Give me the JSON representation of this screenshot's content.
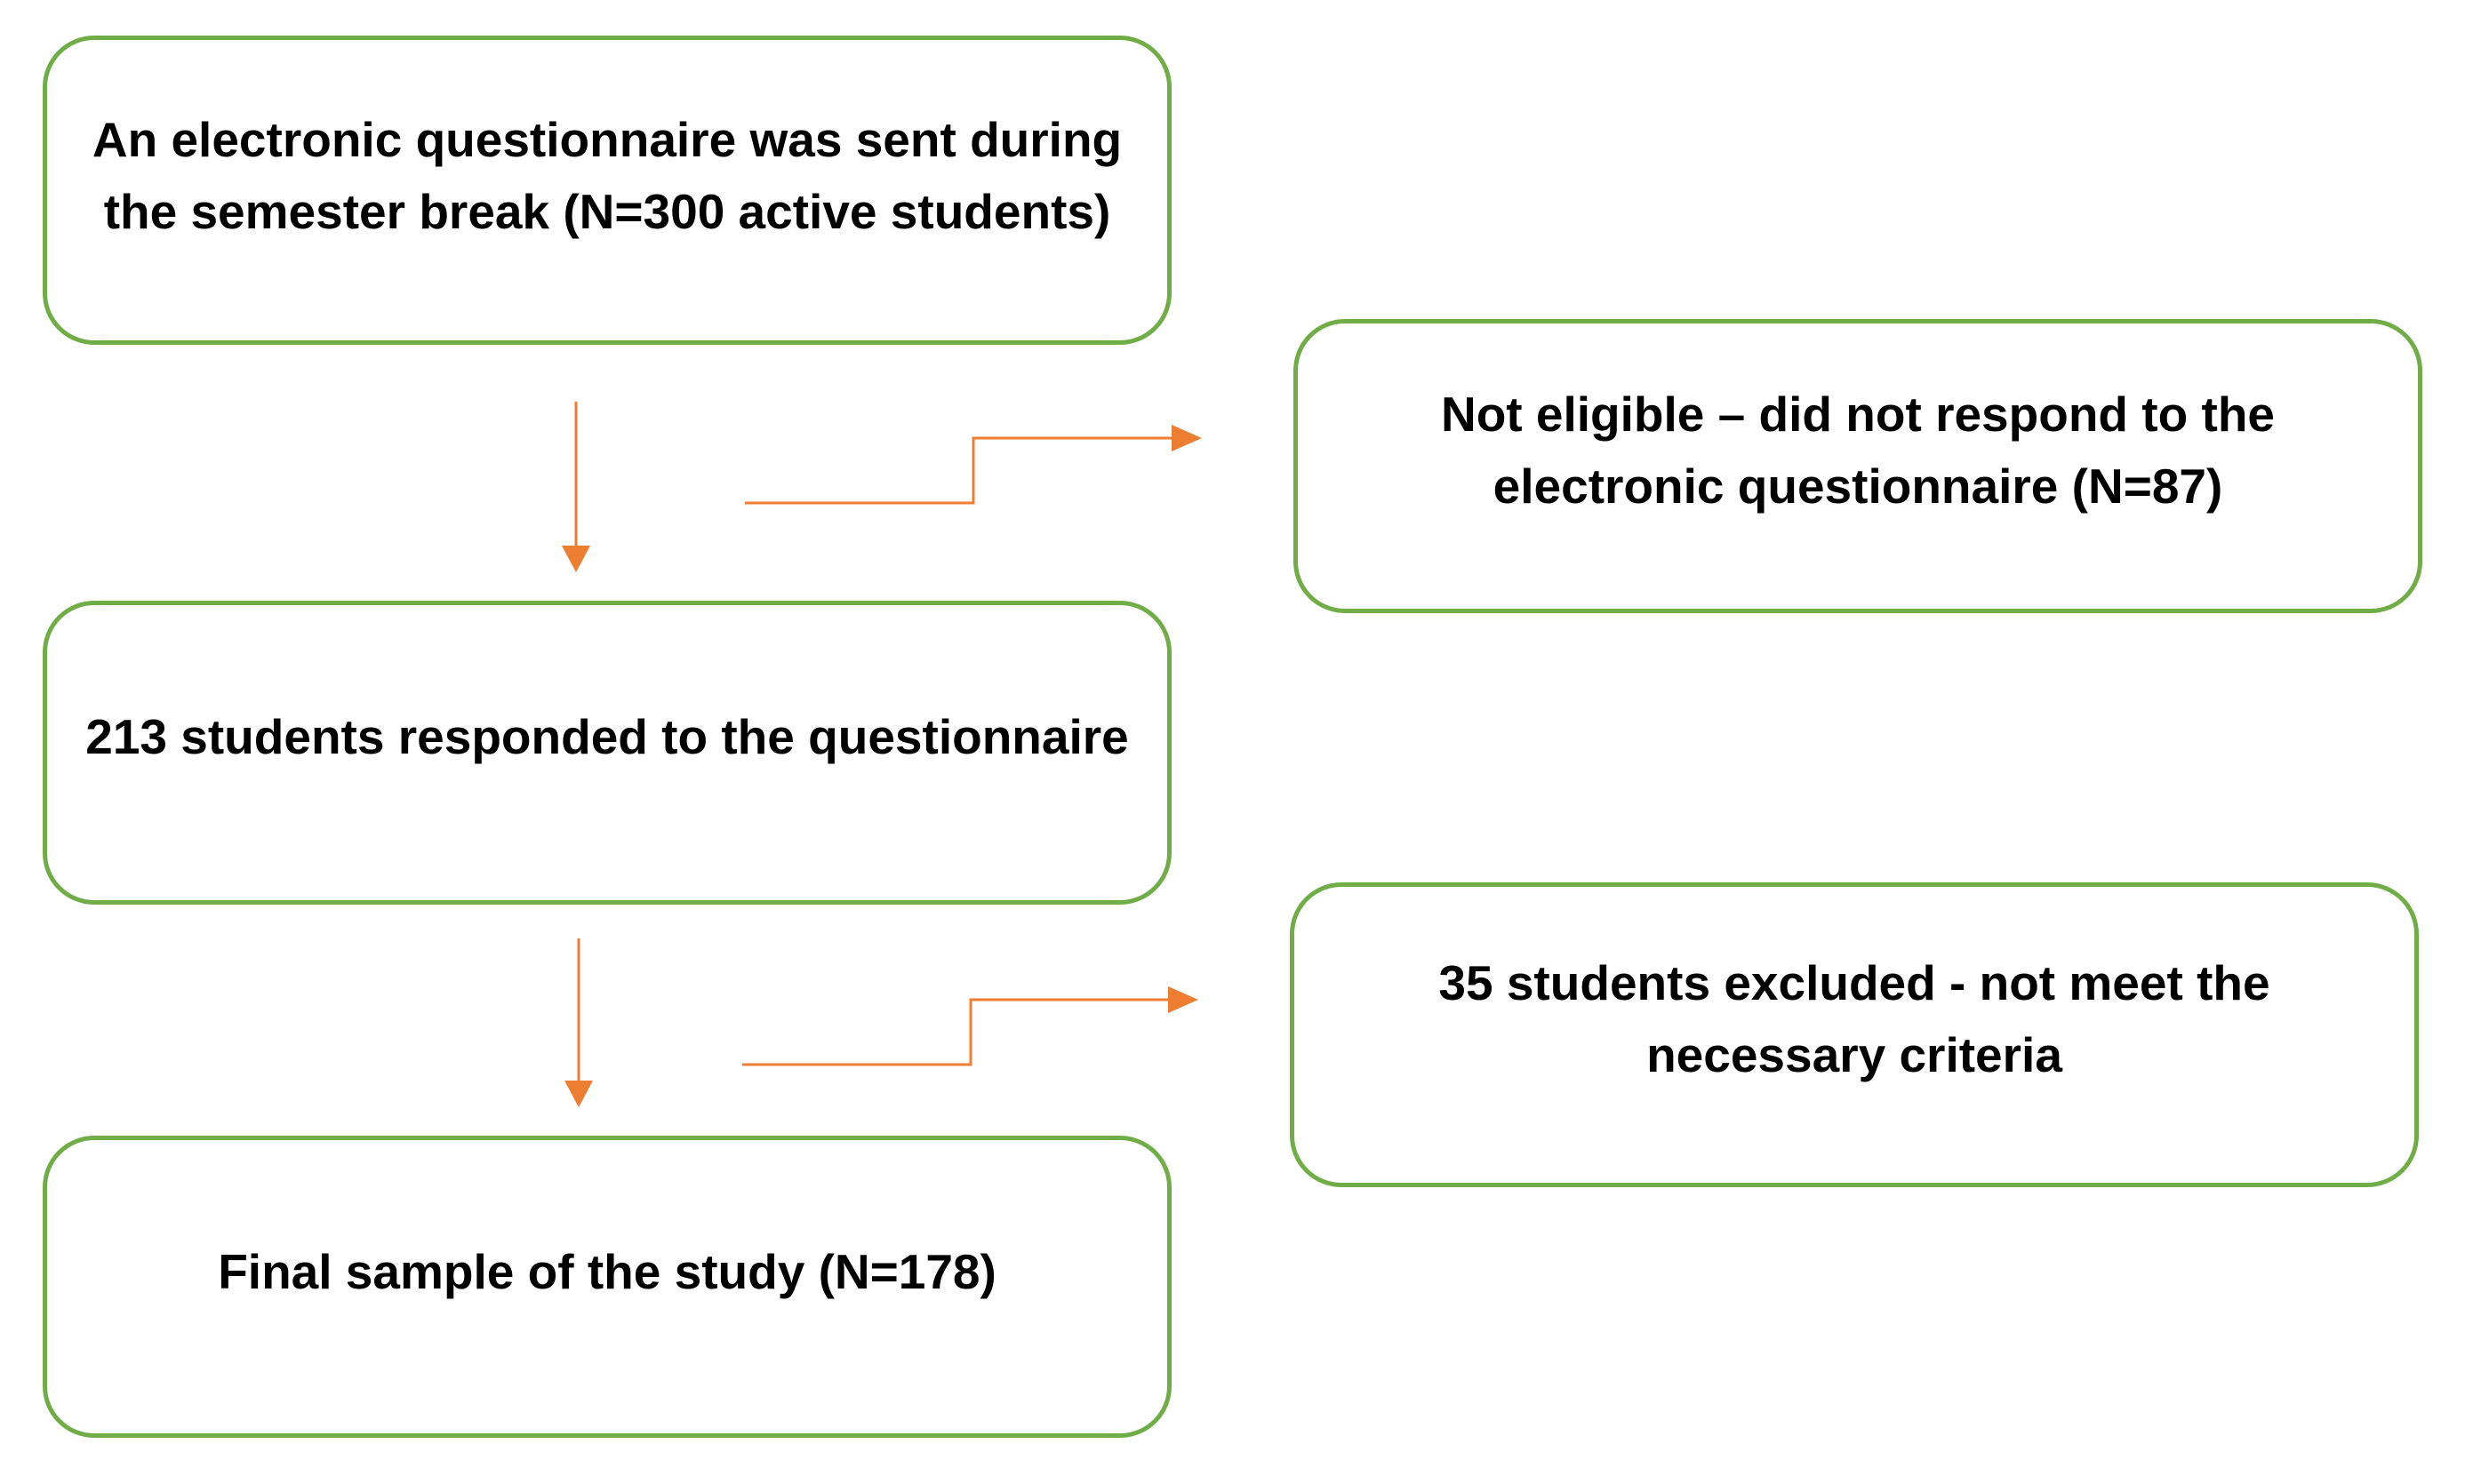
{
  "flowchart": {
    "steps": [
      {
        "id": "start",
        "label": "An electronic questionnaire was sent during the semester break (N=300 active students)"
      },
      {
        "id": "responded",
        "label": "213 students responded to the questionnaire"
      },
      {
        "id": "final",
        "label": "Final sample of the study (N=178)"
      }
    ],
    "exclusions": [
      {
        "id": "not_eligible",
        "label": "Not eligible – did not respond to the electronic questionnaire (N=87)"
      },
      {
        "id": "excluded",
        "label": "35 students excluded - not meet the necessary criteria"
      }
    ]
  },
  "colors": {
    "box_border": "#70ad47",
    "arrow": "#ed7d31",
    "text": "#000000",
    "background": "#ffffff"
  }
}
